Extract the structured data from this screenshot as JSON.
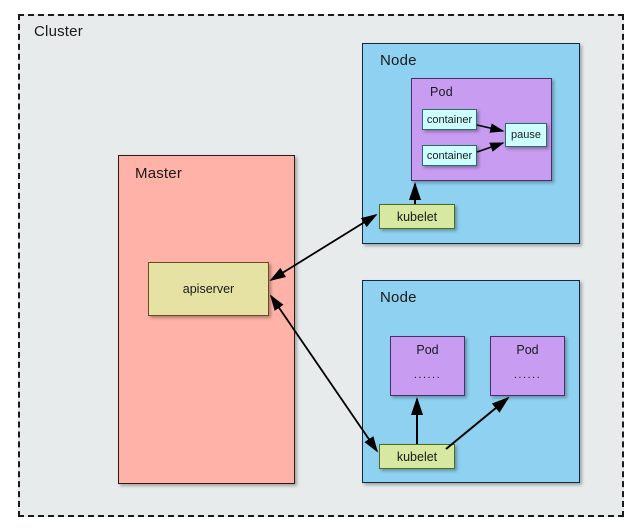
{
  "diagram": {
    "title_region": "kubernetes-cluster-architecture",
    "cluster": {
      "label": "Cluster",
      "fill": "#e7ebeb",
      "border_style": "dashed",
      "border_color": "#1a1a1a"
    },
    "master": {
      "label": "Master",
      "fill": "#ffb3a8",
      "border_color": "#2c1a18",
      "components": [
        {
          "label": "apiserver",
          "fill": "#e6e2a4",
          "border_color": "#6b4a22"
        }
      ]
    },
    "nodes": [
      {
        "label": "Node",
        "fill": "#8fd1f0",
        "border_color": "#13293d",
        "kubelet": {
          "label": "kubelet",
          "fill": "#d7e8a0",
          "border_color": "#4e6b1e"
        },
        "pods": [
          {
            "label": "Pod",
            "fill": "#c89cf0",
            "border_color": "#4a2d6b",
            "containers": [
              {
                "label": "container",
                "fill": "#ccffff",
                "border_color": "#2a6c6c"
              },
              {
                "label": "container",
                "fill": "#ccffff",
                "border_color": "#2a6c6c"
              },
              {
                "label": "pause",
                "fill": "#ccffff",
                "border_color": "#2a6c6c"
              }
            ]
          }
        ]
      },
      {
        "label": "Node",
        "fill": "#8fd1f0",
        "border_color": "#13293d",
        "kubelet": {
          "label": "kubelet",
          "fill": "#d7e8a0",
          "border_color": "#4e6b1e"
        },
        "pods": [
          {
            "label": "Pod",
            "dots": "......",
            "fill": "#c89cf0",
            "border_color": "#4a2d6b"
          },
          {
            "label": "Pod",
            "dots": "......",
            "fill": "#c89cf0",
            "border_color": "#4a2d6b"
          }
        ]
      }
    ],
    "connections": [
      {
        "from": "apiserver",
        "to": "kubelet-top",
        "style": "double-arrow"
      },
      {
        "from": "apiserver",
        "to": "kubelet-bottom",
        "style": "double-arrow"
      },
      {
        "from": "kubelet-top",
        "to": "pod-top",
        "style": "arrow"
      },
      {
        "from": "container-1",
        "to": "pause",
        "style": "arrow"
      },
      {
        "from": "container-2",
        "to": "pause",
        "style": "arrow"
      },
      {
        "from": "kubelet-bottom",
        "to": "pod-b1",
        "style": "arrow"
      },
      {
        "from": "kubelet-bottom",
        "to": "pod-b2",
        "style": "arrow"
      }
    ]
  }
}
